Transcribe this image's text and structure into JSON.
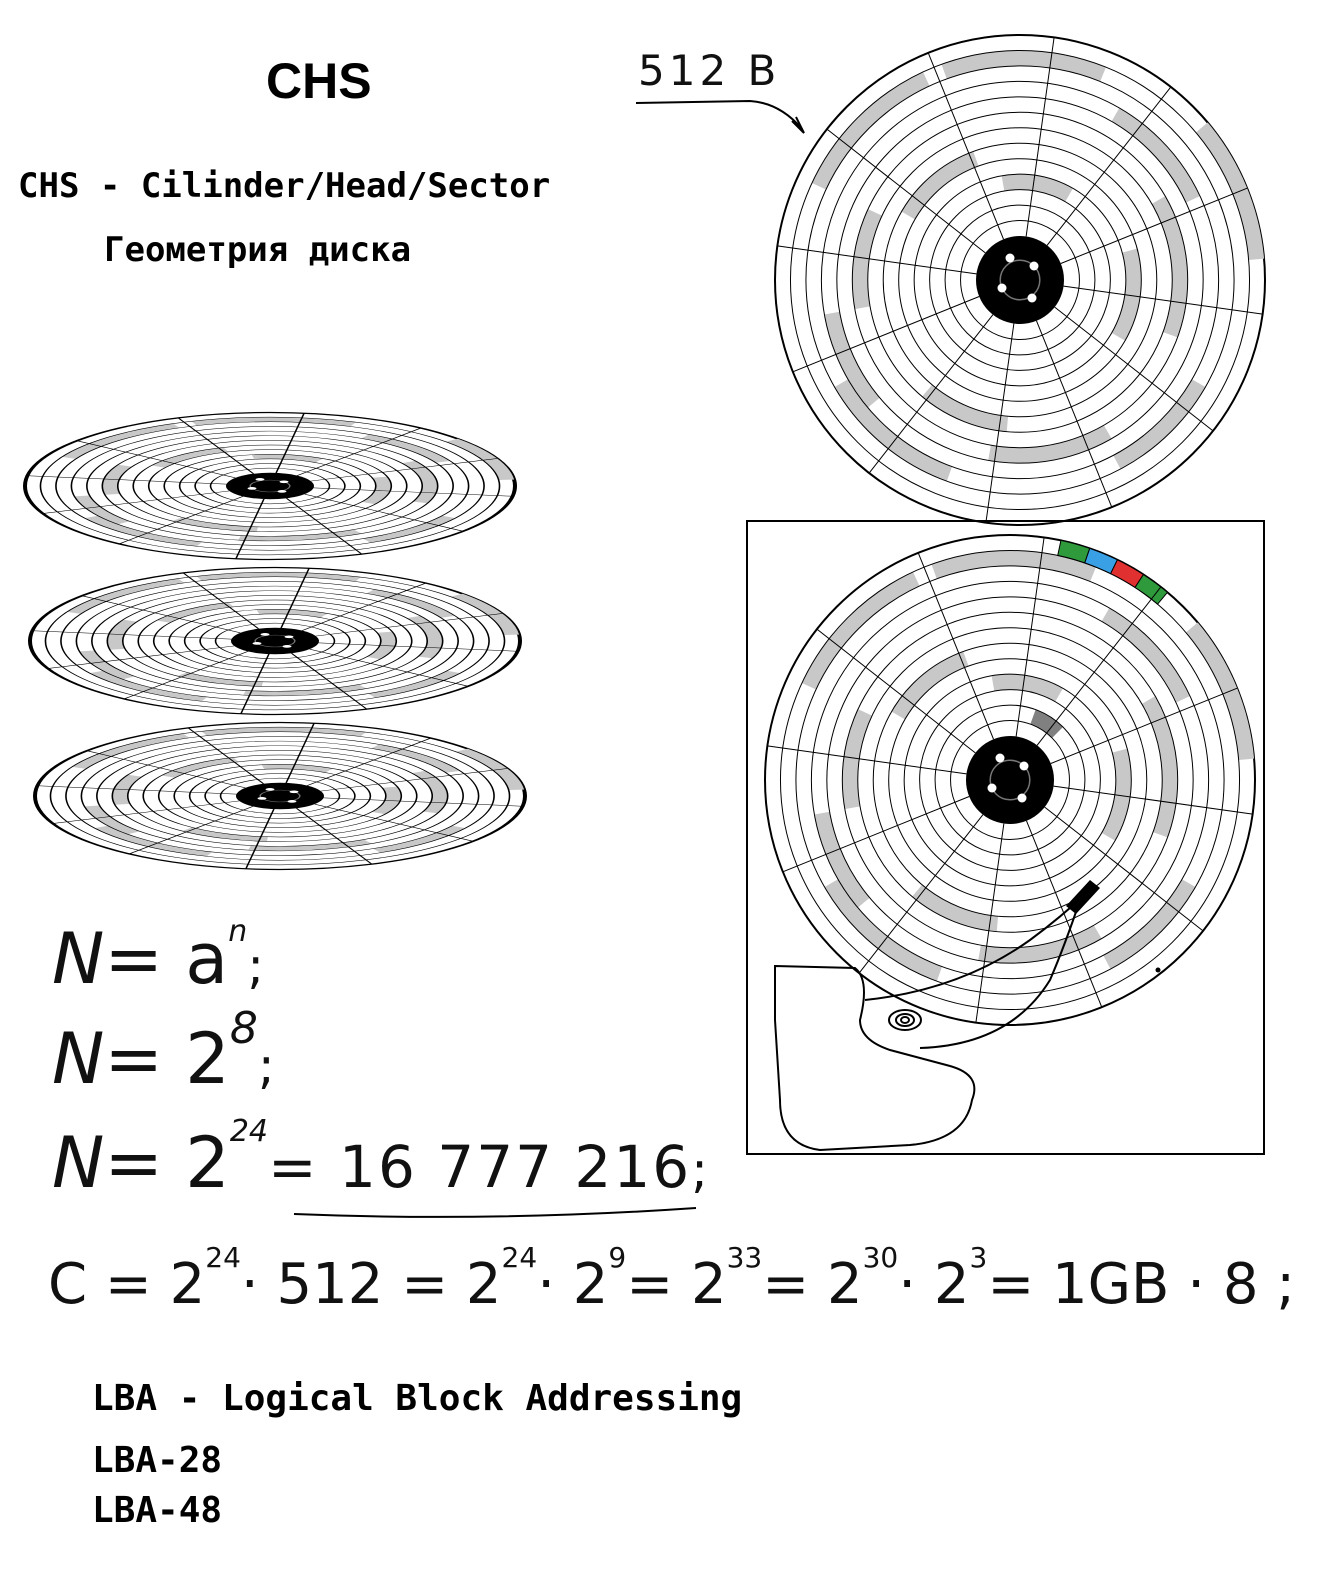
{
  "title": "CHS",
  "chs_definition": "CHS - Cilinder/Head/Sector",
  "geometry_caption": "Геометрия диска",
  "sector_size_note": "512 B",
  "formulas": {
    "f1_lhs": "N",
    "f1_rhs": "= a",
    "f1_exp": "n",
    "f1_end": ";",
    "f2_lhs": "N",
    "f2_rhs": "= 2",
    "f2_exp": "8",
    "f2_end": ";",
    "f3_lhs": "N",
    "f3_rhs": "= 2",
    "f3_exp": "24",
    "f3_value": "= 16 777 216",
    "f3_end": ";",
    "f4_start": "C = 2",
    "f4_exp1": "24",
    "f4_mid1": "· 512 = 2",
    "f4_exp2": "24",
    "f4_mid2": "· 2",
    "f4_exp3": "9",
    "f4_mid3": "= 2",
    "f4_exp4": "33",
    "f4_mid4": "= 2",
    "f4_exp5": "30",
    "f4_mid5": "· 2",
    "f4_exp6": "3",
    "f4_end": "= 1GB · 8 ;"
  },
  "lba_definition": "LBA - Logical Block Addressing",
  "lba_variants": [
    "LBA-28",
    "LBA-48"
  ],
  "colors": {
    "sector_fill": "#c8c8c8",
    "hub": "#000000",
    "highlight_green": "#2e9a3c",
    "highlight_blue": "#3aa0e6",
    "highlight_red": "#e03030",
    "highlight_dark": "#808080"
  }
}
